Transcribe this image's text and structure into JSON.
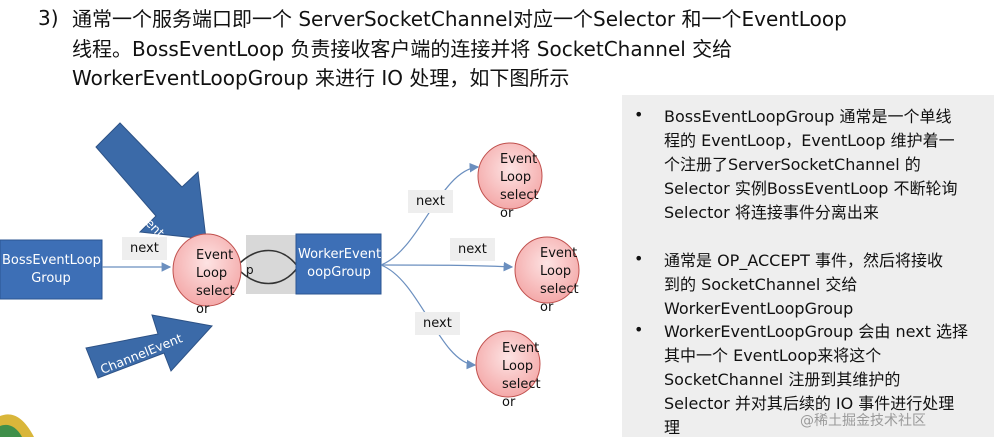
{
  "heading": {
    "number": "3)",
    "lines": [
      "通常一个服务端口即一个 ServerSocketChannel对应一个Selector 和一个EventLoop",
      "线程。BossEventLoop 负责接收客户端的连接并将 SocketChannel 交给",
      "WorkerEventLoopGroup 来进行 IO 处理，如下图所示"
    ]
  },
  "diagram": {
    "boss_group": {
      "line1": "BossEventLoop",
      "line2": "Group"
    },
    "worker_group": {
      "line1": "WorkerEventL",
      "line2": "oopGroup"
    },
    "center_loop": {
      "line1": "Event",
      "line2": "Loop",
      "line3": "select",
      "line4": "or"
    },
    "channel_event_top": "ChannelEvent",
    "channel_event_bottom": "ChannelEvent",
    "next_boss": "next",
    "next_top": "next",
    "next_mid": "next",
    "next_bottom": "next",
    "loop_top": {
      "line1": "Event",
      "line2": "Loop",
      "line3": "select",
      "line4": "or"
    },
    "loop_mid": {
      "line1": "Event",
      "line2": "Loop",
      "line3": "select",
      "line4": "or"
    },
    "loop_bottom": {
      "line1": "Event",
      "line2": "Loop",
      "line3": "select",
      "line4": "or"
    },
    "partial_p": "p"
  },
  "side": {
    "bullet_symbol": "•",
    "items": [
      {
        "lines": [
          "BossEventLoopGroup 通常是一个单线",
          "程的 EventLoop，EventLoop 维护着一",
          "个注册了ServerSocketChannel 的",
          "Selector 实例BossEventLoop 不断轮询",
          "Selector 将连接事件分离出来"
        ]
      },
      {
        "lines": [
          "通常是 OP_ACCEPT 事件，然后将接收",
          "到的 SocketChannel 交给",
          "WorkerEventLoopGroup"
        ]
      },
      {
        "lines": [
          "WorkerEventLoopGroup 会由 next 选择",
          "其中一个 EventLoop来将这个",
          "SocketChannel 注册到其维护的",
          "Selector 并对其后续的 IO 事件进行处理",
          "理"
        ]
      }
    ]
  },
  "watermark": "@稀土掘金技术社区",
  "colors": {
    "box": "#3d6fb6",
    "circle_fill": "#f7c1c1",
    "circle_stroke": "#c0504d",
    "arrow": "#3b6aa8",
    "panel": "#eeeeee"
  }
}
